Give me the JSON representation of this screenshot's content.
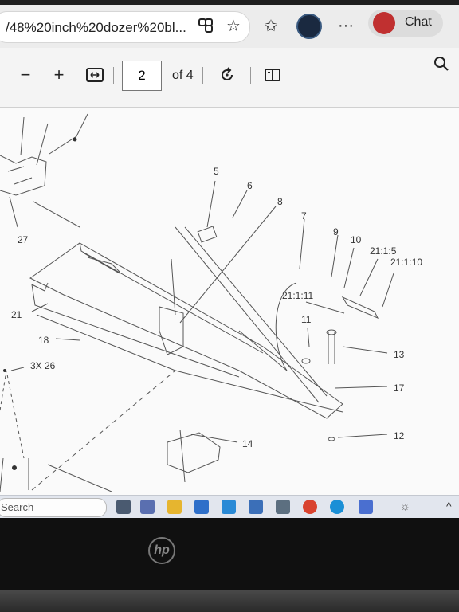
{
  "browser": {
    "url_text": "/48%20inch%20dozer%20bl...",
    "chat_label": "Chat"
  },
  "pdf_toolbar": {
    "zoom_out": "−",
    "zoom_in": "+",
    "current_page": "2",
    "page_count": "of 4"
  },
  "diagram": {
    "labels": [
      "5",
      "6",
      "8",
      "7",
      "9",
      "10",
      "21:1:5",
      "21:1:10",
      "21:1:11",
      "27",
      "21",
      "18",
      "3X 26",
      "11",
      "13",
      "17",
      "12",
      "14"
    ]
  },
  "taskbar": {
    "search_placeholder": "Search"
  },
  "device": {
    "logo_text": "hp"
  }
}
